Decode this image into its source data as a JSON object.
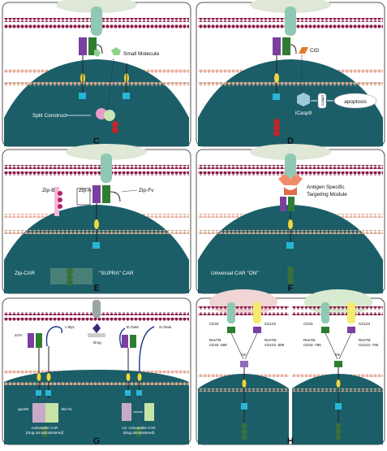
{
  "panels": {
    "C": {
      "letter": "C",
      "small_molecule": "Small Molecule",
      "split_construct": "Split Construct"
    },
    "D": {
      "letter": "D",
      "cid": "CID",
      "casp9": "iCasp9",
      "casp3": "Casp3",
      "apoptosis": "apoptosis"
    },
    "E": {
      "letter": "E",
      "zip_b": "Zip-B",
      "zip_a": "Zip-A",
      "zip_fv": "Zip-Fv",
      "zip_car": "Zip-CAR",
      "supra_car": "\"SUPRA\" CAR"
    },
    "F": {
      "letter": "F",
      "module_line1": "Antigen Specific",
      "module_line2": "Targeting Module",
      "universal": "Universal CAR \"ON\""
    },
    "G": {
      "letter": "G",
      "scfv": "scFv",
      "cmyc": "c-Myc",
      "drug": "Drug",
      "b_chain": "B chain",
      "s_chain": "S-chain",
      "apo": "apoS9",
      "bcl": "Bcl-XL",
      "activatable_line1": "Activatable CAR",
      "activatable_line2": "(drug not administered)",
      "unactivatable_line1": "Un -Activatable CAR",
      "unactivatable_line2": "(drug administered)"
    },
    "H": {
      "letter": "H",
      "left": {
        "cd33": "CD33",
        "cd123": "CD123",
        "restm_a1": "ResTM",
        "restm_a2": "CD33 -589",
        "restm_b1": "ResTM",
        "restm_b2": "CD123 -589",
        "ok": "OK"
      },
      "right": {
        "cd33": "CD33",
        "cd123": "CD123",
        "restm_a1": "ResTM",
        "restm_a2": "CD33 -786",
        "restm_b1": "ResTM",
        "restm_b2": "CD123 -786",
        "ok": "OK"
      }
    }
  },
  "colors": {
    "teal": "#1b5e68",
    "membrane": "#8b1a4a",
    "green": "#2e7d32",
    "purple": "#7b3fa0",
    "cyan": "#29b6d6",
    "yellow": "#f2d63a",
    "red": "#c0262d"
  }
}
